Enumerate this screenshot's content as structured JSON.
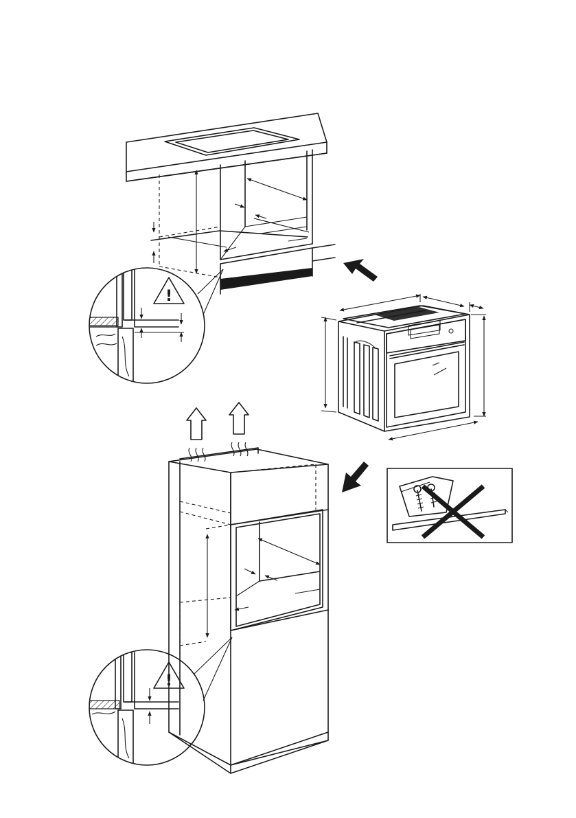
{
  "figure": {
    "kind": "built-in oven installation diagram",
    "panels": [
      {
        "id": "under-counter-install",
        "description_icon": "cabinet-under-countertop"
      },
      {
        "id": "oven-dimensions",
        "description_icon": "oven-with-dimension-lines"
      },
      {
        "id": "tall-cabinet-install",
        "description_icon": "column-cabinet"
      },
      {
        "id": "no-screws-rule",
        "description_icon": "crossed-out-screws"
      }
    ],
    "warnings": [
      {
        "symbol": "!",
        "icon": "warning-triangle-icon"
      },
      {
        "symbol": "!",
        "icon": "warning-triangle-icon"
      }
    ],
    "colors": {
      "ink": "#1a1a1a",
      "background": "#ffffff"
    }
  }
}
